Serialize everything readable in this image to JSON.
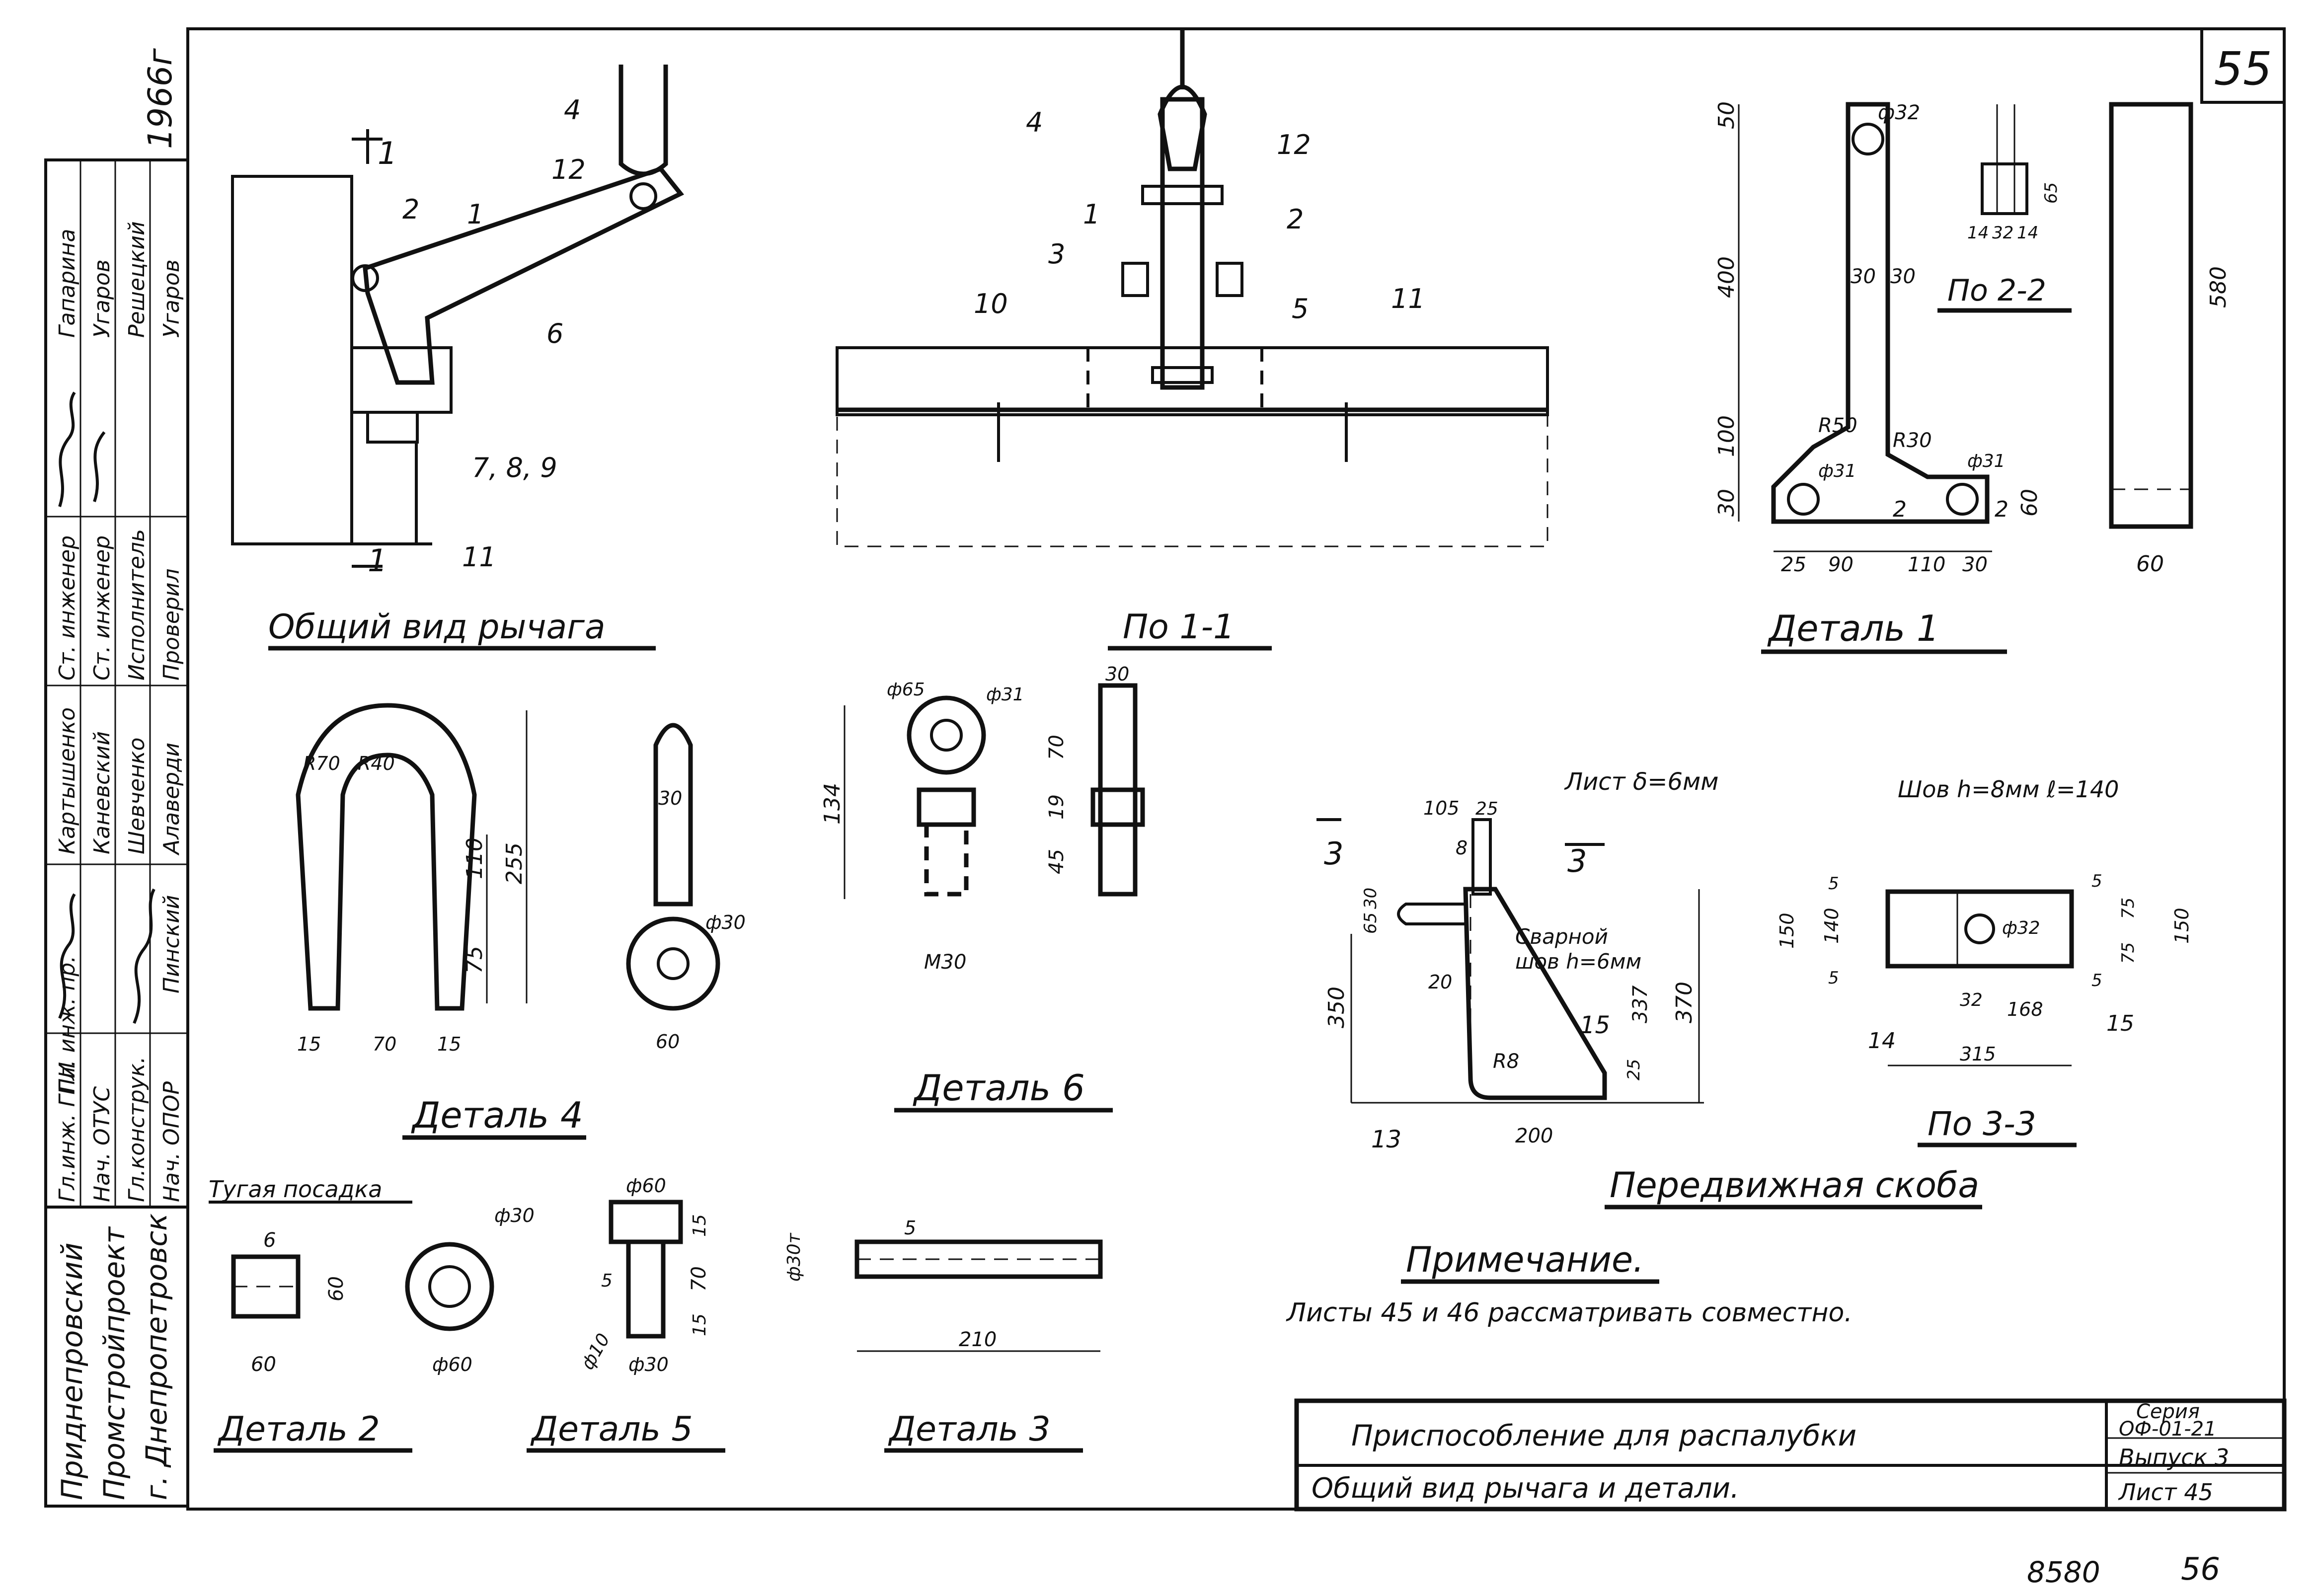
{
  "sheet_number": "55",
  "year": "1966г",
  "stamp": {
    "roles": [
      "Гл.инж. ГПИ",
      "Нач. ОТУС",
      "Гл.конструк.",
      "Нач. ОПОР",
      "Гл. инж. пр.",
      "Ст. инженер",
      "Ст. инженер",
      "Исполнитель",
      "Проверил"
    ],
    "names": [
      "Картышенко",
      "Каневский",
      "Шевченко",
      "Алаверди",
      "Пинский",
      "Гапарина",
      "Угаров",
      "Решецкий",
      "Угаров"
    ],
    "org_lines": [
      "Приднепровский",
      "Промстройпроект",
      "г. Днепропетровск"
    ]
  },
  "views": {
    "general_view": "Общий вид рычага",
    "section_1_1": "По 1-1",
    "detail_1": "Деталь 1",
    "section_2_2": "По 2-2",
    "detail_4": "Деталь 4",
    "detail_6": "Деталь 6",
    "detail_2": "Деталь 2",
    "detail_5": "Деталь 5",
    "detail_3": "Деталь 3",
    "movable_bracket": "Передвижная скоба",
    "section_3_3": "По 3-3"
  },
  "callouts": {
    "general": [
      "4",
      "12",
      "1",
      "2",
      "6",
      "7, 8, 9",
      "11"
    ],
    "section": [
      "4",
      "12",
      "1",
      "2",
      "3",
      "10",
      "5",
      "11"
    ],
    "bracket": [
      "15",
      "13",
      "14",
      "15"
    ]
  },
  "section_marks": {
    "one": "1",
    "two": "2",
    "three": "3"
  },
  "dimensions": {
    "detail_1": [
      "50",
      "ф32",
      "400",
      "100",
      "30",
      "30",
      "30",
      "R50",
      "R30",
      "ф31",
      "ф31",
      "60",
      "25",
      "90",
      "110",
      "30",
      "2"
    ],
    "section_2_2": [
      "14",
      "32",
      "14",
      "65"
    ],
    "side_bar": [
      "580",
      "60"
    ],
    "detail_4": [
      "R70",
      "R40",
      "110",
      "255",
      "75",
      "15",
      "70",
      "15"
    ],
    "detail_4_side": [
      "30",
      "ф30",
      "60"
    ],
    "detail_6": [
      "ф65",
      "ф31",
      "134",
      "M30"
    ],
    "detail_6_side": [
      "30",
      "70",
      "19",
      "45"
    ],
    "bracket": [
      "105",
      "25",
      "8",
      "30",
      "65",
      "20",
      "350",
      "337",
      "370",
      "R8",
      "25",
      "200"
    ],
    "section_3_3": [
      "5",
      "140",
      "150",
      "5",
      "5",
      "75",
      "75",
      "150",
      "5",
      "ф32",
      "32",
      "168",
      "315"
    ],
    "detail_2": [
      "6",
      "60",
      "60",
      "ф30",
      "ф60"
    ],
    "detail_5": [
      "ф60",
      "15",
      "70",
      "15",
      "5",
      "ф10",
      "ф30"
    ],
    "detail_3": [
      "5",
      "ф30т",
      "210"
    ]
  },
  "annotations": {
    "sheet_label": "Лист δ=6мм",
    "weld_label_1": "Сварной",
    "weld_label_2": "шов h=6мм",
    "seam_label": "Шов h=8мм ℓ=140",
    "fit_label": "Тугая посадка"
  },
  "note": {
    "title": "Примечание.",
    "text": "Листы 45 и 46 рассматривать совместно."
  },
  "title_block": {
    "title": "Приспособление для распалубки",
    "subtitle": "Общий вид рычага и детали.",
    "series_label": "Серия",
    "series_code": "ОФ-01-21",
    "issue": "Выпуск 3",
    "sheet": "Лист 45"
  },
  "footer": {
    "code": "8580",
    "page": "56"
  }
}
